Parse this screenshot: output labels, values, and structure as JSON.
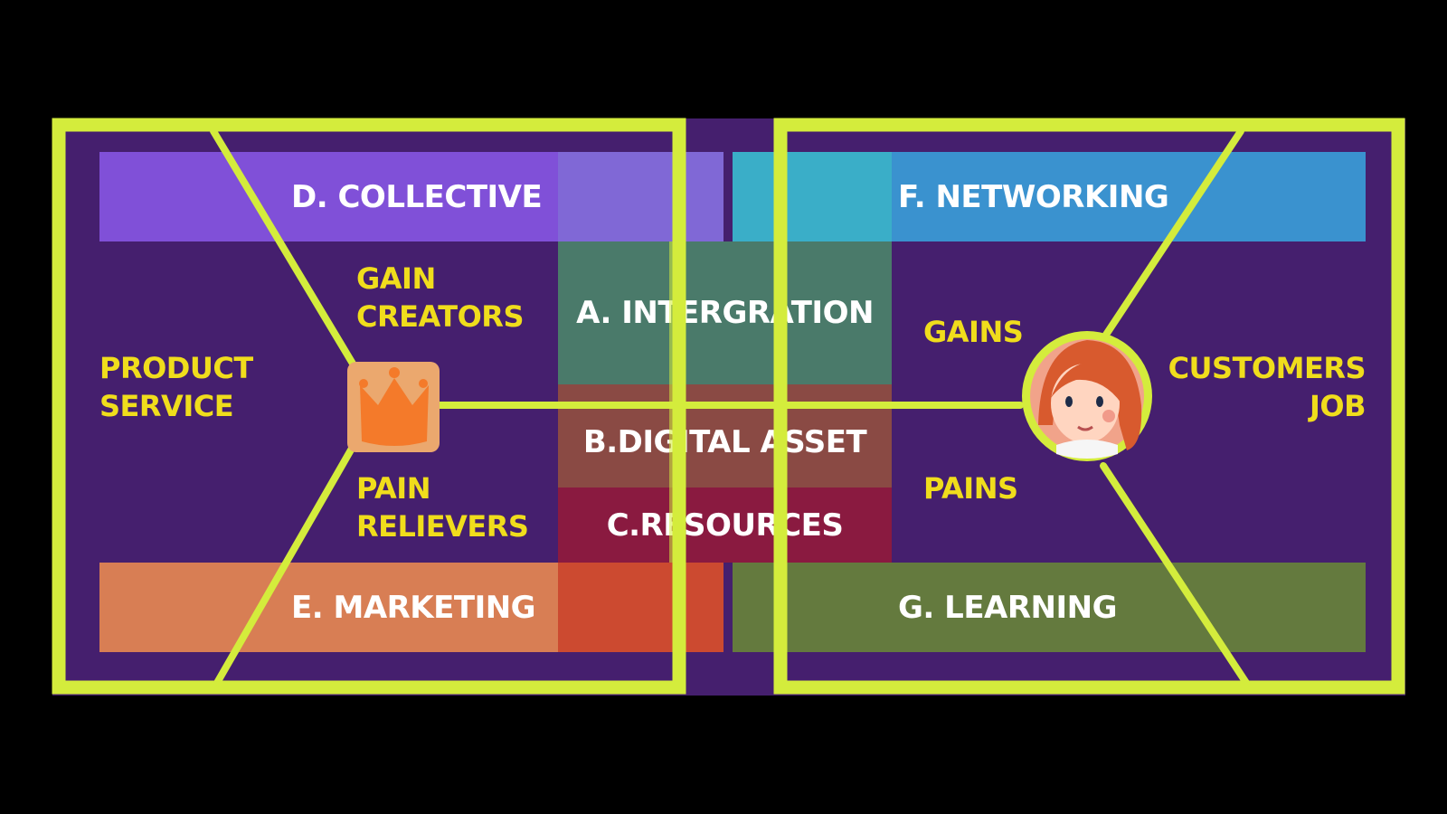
{
  "bands": {
    "collective": "D. COLLECTIVE",
    "networking": "F. NETWORKING",
    "integration": "A. INTERGRATION",
    "digital_asset": "B.DIGITAL ASSET",
    "resources": "C.RESOURCES",
    "marketing": "E. MARKETING",
    "learning": "G. LEARNING"
  },
  "labels": {
    "product_service": [
      "PRODUCT",
      "SERVICE"
    ],
    "gain_creators": [
      "GAIN",
      "CREATORS"
    ],
    "pain_relievers": [
      "PAIN",
      "RELIEVERS"
    ],
    "gains": "GAINS",
    "pains": "PAINS",
    "customers_job": [
      "CUSTOMERS",
      "JOB"
    ]
  },
  "colors": {
    "background": "#000000",
    "board": "#451f6e",
    "frame_line": "#d4ec3c",
    "label_text": "#f0dd1c",
    "collective": "#8050d8",
    "networking": "#3a92cf",
    "integration": "#4a7a6a",
    "digital_asset": "#8a4a44",
    "resources": "#8a1a40",
    "marketing": "#d87e54",
    "learning": "#647a3e"
  },
  "icons": {
    "product": "crown-icon",
    "customer": "woman-avatar-icon"
  }
}
